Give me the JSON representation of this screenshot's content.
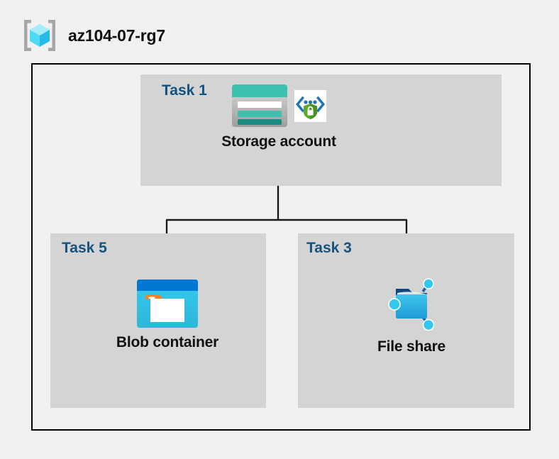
{
  "header": {
    "icon": "resource-group-icon",
    "title": "az104-07-rg7"
  },
  "diagram": {
    "boundary_label": "resource-group-boundary",
    "border_color": "#000000",
    "background_color": "#f1f1f1",
    "box_color": "#d4d4d4",
    "task_label_color": "#15537f",
    "node_label_color": "#111111",
    "connector_color": "#1a1a1a"
  },
  "tasks": [
    {
      "id": "task-1",
      "label": "Task 1",
      "resource": {
        "name": "Storage account",
        "icons": [
          "storage-account-icon",
          "secure-transfer-icon"
        ]
      }
    },
    {
      "id": "task-5",
      "label": "Task 5",
      "resource": {
        "name": "Blob container",
        "icons": [
          "blob-container-icon"
        ]
      }
    },
    {
      "id": "task-3",
      "label": "Task 3",
      "resource": {
        "name": "File share",
        "icons": [
          "file-share-icon"
        ]
      }
    }
  ],
  "connections": [
    {
      "from": "Storage account",
      "to": "Blob container"
    },
    {
      "from": "Storage account",
      "to": "File share"
    }
  ],
  "palette": {
    "azure_blue": "#0078d4",
    "cyan": "#32c8f0",
    "teal": "#3fc1b0",
    "dark_teal": "#1b8a80",
    "green": "#5aab2b",
    "orange": "#f58220",
    "cube_light": "#a5ecfb",
    "cube_mid": "#50d9f5",
    "cube_dark": "#28b9e8",
    "bracket_gray": "#a6a6a6"
  }
}
